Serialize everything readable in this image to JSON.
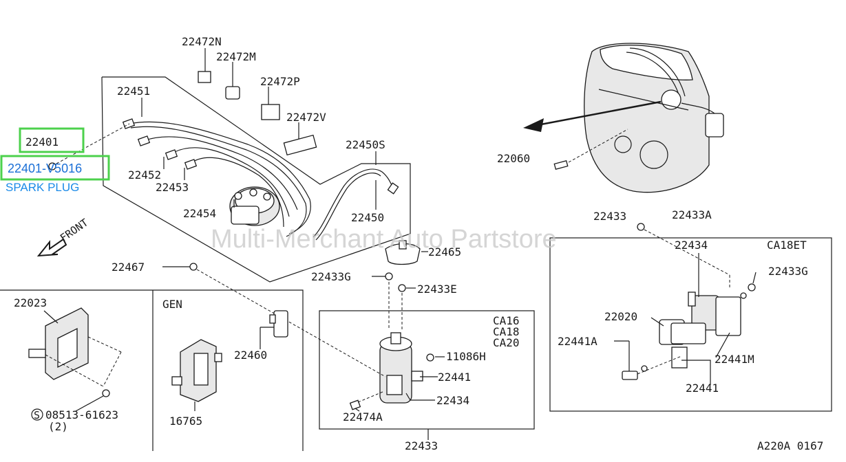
{
  "watermark": "Multi-Merchant Auto Partstore",
  "diagram_code": "A220A 0167",
  "front_label": "FRONT",
  "highlight": {
    "part": "22401",
    "part_number": "22401-V5016",
    "caption": "SPARK PLUG"
  },
  "labels": {
    "p22472N": "22472N",
    "p22472M": "22472M",
    "p22472P": "22472P",
    "p22472V": "22472V",
    "p22451": "22451",
    "p22452": "22452",
    "p22453": "22453",
    "p22454": "22454",
    "p22450S": "22450S",
    "p22450": "22450",
    "p22060": "22060",
    "p22433_top": "22433",
    "p22433A": "22433A",
    "p22434_r": "22434",
    "p22433G_r": "22433G",
    "p22020": "22020",
    "p22441A": "22441A",
    "p22441M": "22441M",
    "p22441_r": "22441",
    "p22465": "22465",
    "p22433G": "22433G",
    "p22433E": "22433E",
    "p22467": "22467",
    "p22460": "22460",
    "p11086H": "11086H",
    "p22441": "22441",
    "p22434": "22434",
    "p22474A": "22474A",
    "p22433_bot": "22433",
    "p22023": "22023",
    "p08513": "08513-61623",
    "p08513_qty": "(2)",
    "p16765": "16765",
    "gen": "GEN",
    "ca18et": "CA18ET",
    "ca16": "CA16",
    "ca18": "CA18",
    "ca20": "CA20",
    "bolt_symbol": "S"
  }
}
